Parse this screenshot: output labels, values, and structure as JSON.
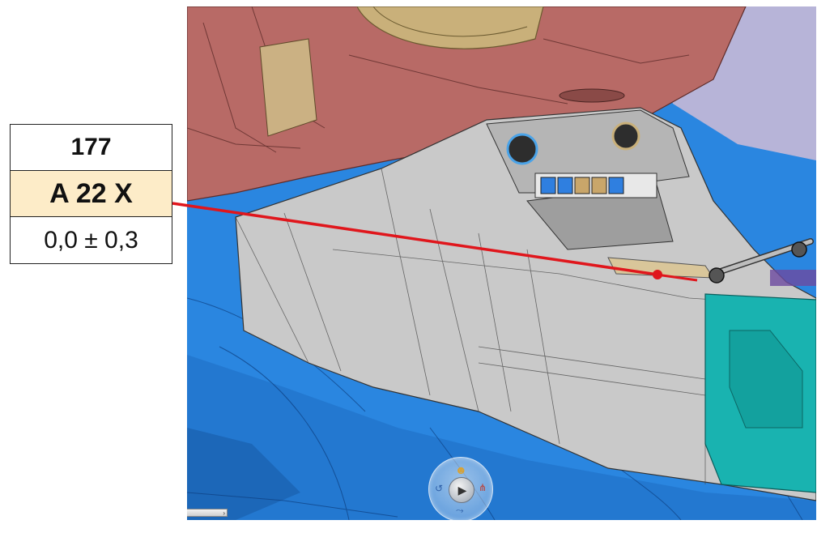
{
  "callout": {
    "id": "177",
    "code": "A 22 X",
    "tolerance": "0,0 ± 0,3",
    "code_background": "#fdecc8"
  },
  "leader_color": "#e0161c",
  "viewport": {
    "colors": {
      "dashboard": "#b86a66",
      "console": "#c9c9c9",
      "floor": "#2a86e0",
      "side_panel": "#19b3b0",
      "steering_wheel": "#c9b07a"
    },
    "nav_wheel": {
      "icons": [
        "people-icon",
        "rotate-icon",
        "play-icon",
        "share-icon",
        "connect-icon"
      ]
    },
    "scroll_label": "›"
  }
}
